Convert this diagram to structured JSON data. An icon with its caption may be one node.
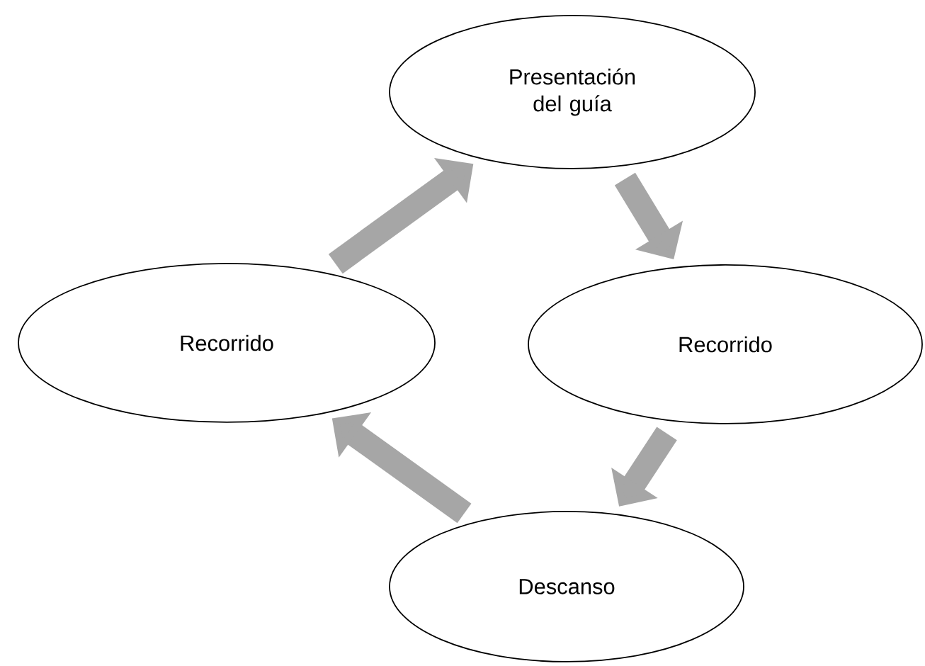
{
  "diagram": {
    "nodes": [
      {
        "text": [
          "Presentación del guía"
        ]
      },
      {
        "text": [
          "Recorrido"
        ]
      },
      {
        "text": [
          "Recorrido"
        ]
      },
      {
        "text": [
          "Descanso"
        ]
      }
    ],
    "edges": [
      {
        "from": 0,
        "to": 2,
        "arrow": "to"
      },
      {
        "from": 2,
        "to": 3,
        "arrow": "to"
      },
      {
        "from": 3,
        "to": 1,
        "arrow": "to"
      },
      {
        "from": 1,
        "to": 0,
        "arrow": "to"
      }
    ]
  }
}
